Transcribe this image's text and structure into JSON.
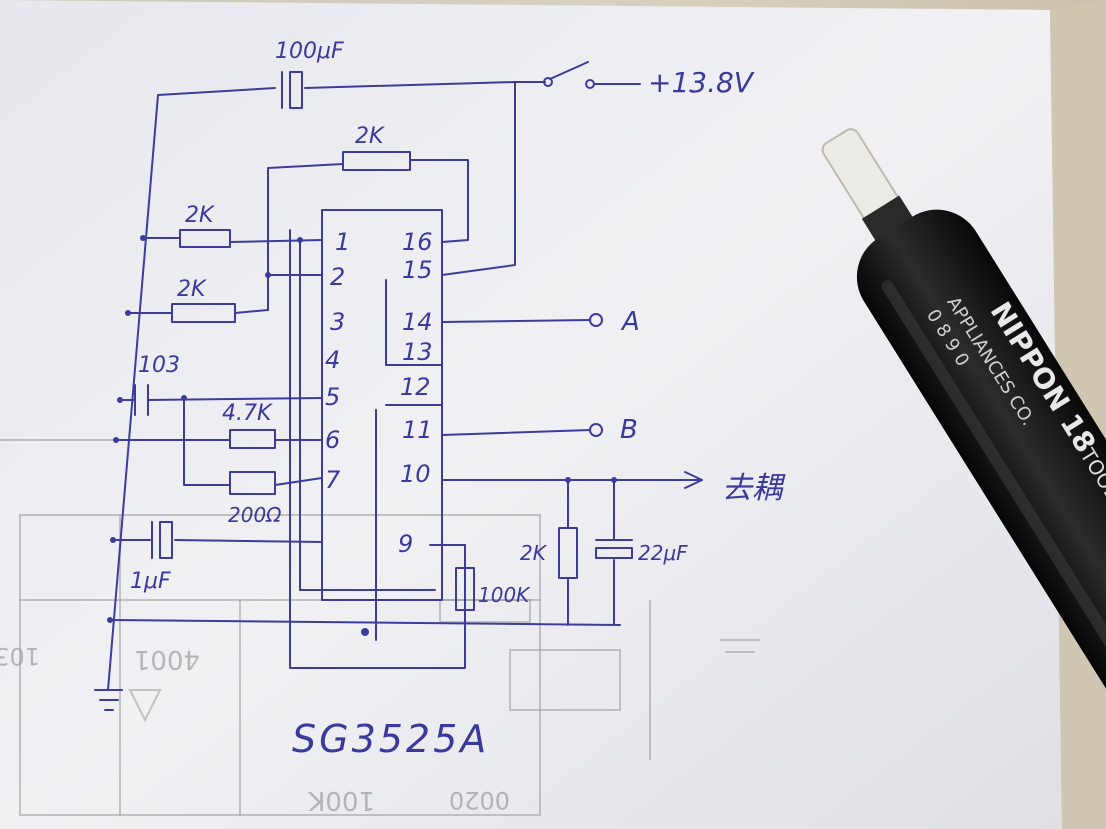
{
  "schematic": {
    "title": "SG3525A",
    "supply": "+13.8V",
    "output_label": "去耦",
    "ports": {
      "a": "A",
      "b": "B"
    },
    "pins": [
      "1",
      "2",
      "3",
      "4",
      "5",
      "6",
      "7",
      "9",
      "10",
      "11",
      "12",
      "13",
      "14",
      "15",
      "16"
    ],
    "components": {
      "cap_top": "100μF",
      "res_top": "2K",
      "res_pin1": "2K",
      "res_pin2": "2K",
      "cap_pin5": "103",
      "res_pin6": "4.7K",
      "res_pin7": "200Ω",
      "cap_pin8": "1μF",
      "res_pin9": "100K",
      "res_out": "2K",
      "cap_out": "22μF"
    }
  },
  "background_text": {
    "ghost_1": "100K",
    "ghost_2": "4001",
    "ghost_3": "103",
    "ghost_4": "0020"
  },
  "pen": {
    "brand_label": "NIPPON 18",
    "model_label": "TOOL",
    "line_label": "APPLIANCES CO.",
    "code_label": "0 8 9 0"
  },
  "colors": {
    "ink": "#3c3c9e",
    "paper": "#f0f0f2",
    "pen_body": "#141414"
  }
}
